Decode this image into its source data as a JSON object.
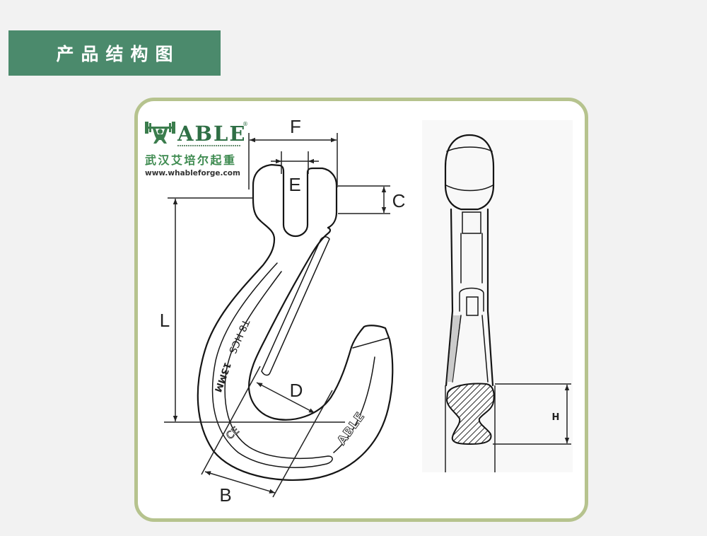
{
  "header": {
    "title": "产品结构图",
    "bg_color": "#4b8a6c"
  },
  "logo": {
    "brand": "ABLE",
    "registered": "®",
    "cn_name": "武汉艾培尔起重",
    "website": "www.whableforge.com",
    "icon": "weightlifter-icon",
    "brand_color": "#2f6f45",
    "cn_color": "#3d8a4f"
  },
  "diagram": {
    "frame_color": "#b6c38e",
    "dimensions": {
      "F": "F",
      "E": "E",
      "C": "C",
      "L": "L",
      "D": "D",
      "B": "B",
      "H": "H"
    },
    "engravings": {
      "grade": "T8 HCS",
      "size": "13MM",
      "brand": "ABLE",
      "mark": "CE"
    }
  }
}
